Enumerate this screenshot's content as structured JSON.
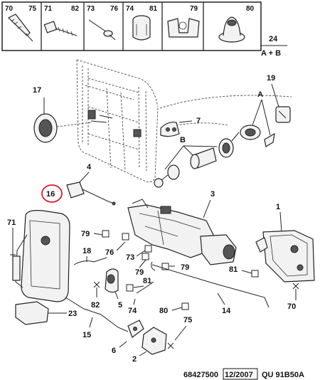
{
  "header_parts": [
    {
      "left": "70",
      "right": "75"
    },
    {
      "left": "71",
      "right": "82"
    },
    {
      "left": "73",
      "right": "76"
    },
    {
      "left": "74",
      "right": "81"
    },
    {
      "left": "",
      "right": "79"
    },
    {
      "left": "",
      "right": "80"
    }
  ],
  "kit": {
    "number": "24",
    "label": "A + B"
  },
  "callouts": {
    "c17": "17",
    "c7": "7",
    "c19": "19",
    "cA": "A",
    "cB": "B",
    "c4": "4",
    "c16": "16",
    "c71": "71",
    "c3": "3",
    "c1": "1",
    "c79a": "79",
    "c76": "76",
    "c18": "18",
    "c73": "73",
    "c79b": "79",
    "c79c": "79",
    "c81a": "81",
    "c81b": "81",
    "c82": "82",
    "c5": "5",
    "c74": "74",
    "c80": "80",
    "c14": "14",
    "c70": "70",
    "c23": "23",
    "c15": "15",
    "c75": "75",
    "c6": "6",
    "c2": "2"
  },
  "footer": {
    "ref": "68427500",
    "date": "12/2007",
    "code": "QU 91B50A"
  },
  "highlight_color": "#d81e2c"
}
